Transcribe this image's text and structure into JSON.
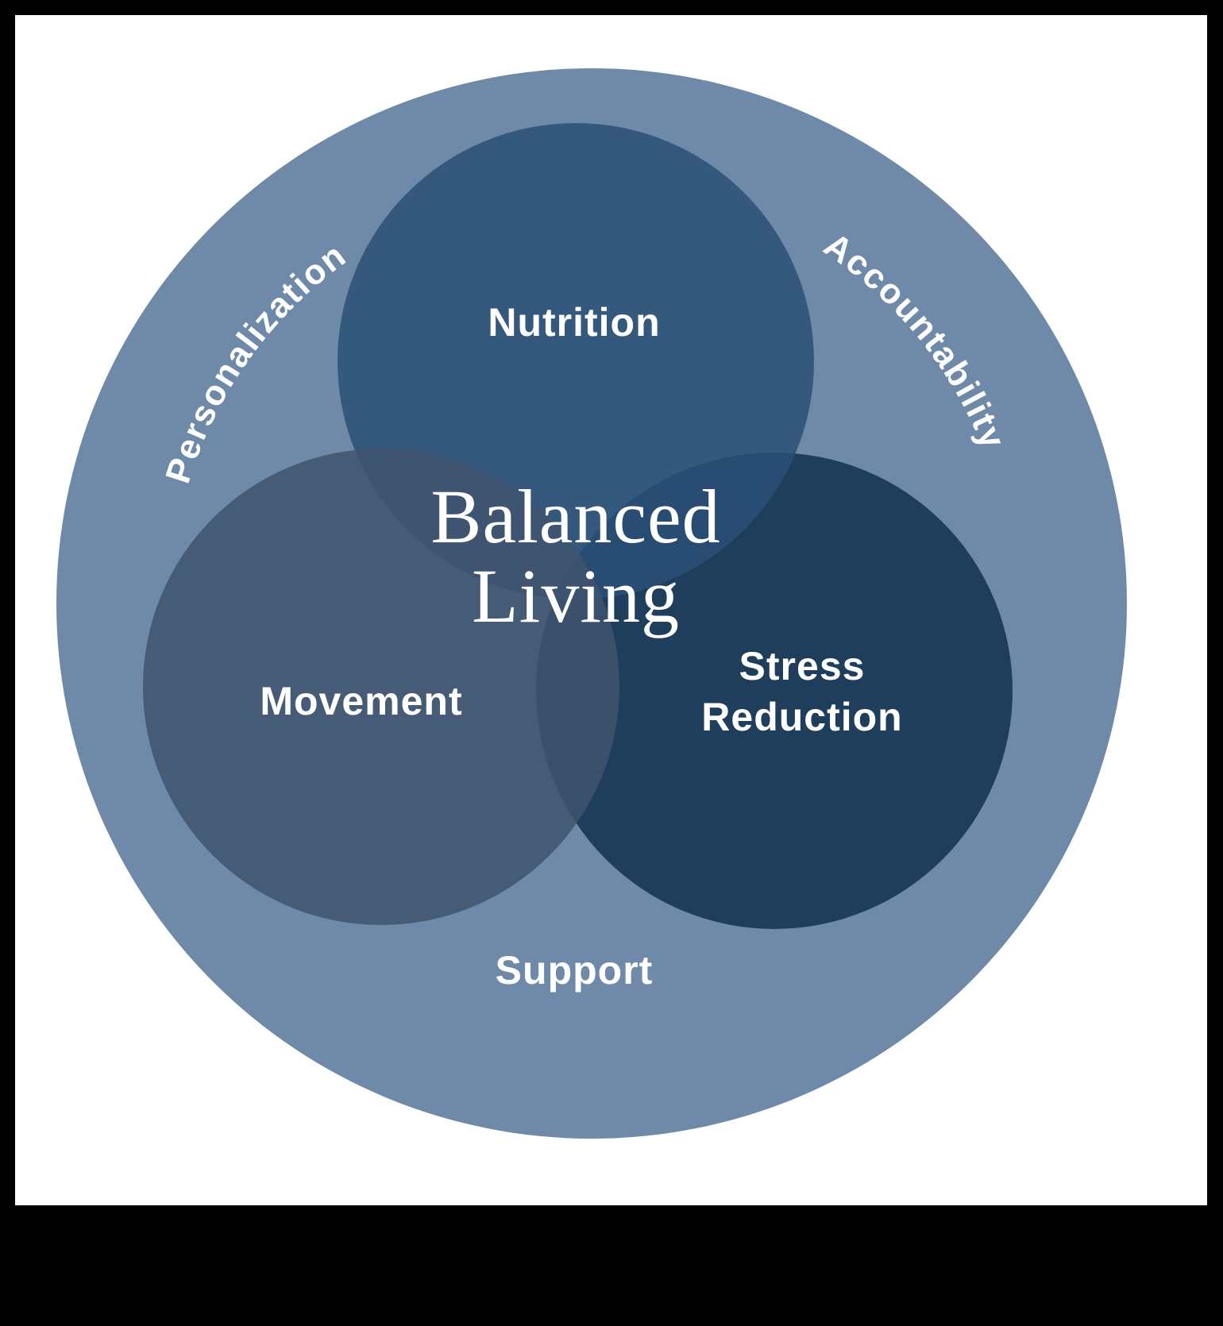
{
  "diagram": {
    "center_title": {
      "line1": "Balanced",
      "line2": "Living"
    },
    "circles": {
      "nutrition": {
        "label": "Nutrition"
      },
      "movement": {
        "label": "Movement"
      },
      "stress": {
        "label_line1": "Stress",
        "label_line2": "Reduction"
      }
    },
    "ring": {
      "top_left": "Personalization",
      "top_right": "Accountability",
      "bottom": "Support"
    },
    "colors": {
      "background": "#000000",
      "canvas": "#ffffff",
      "outer_circle": "#6f8aa9",
      "nutrition_fill": "rgba(43,80,117,0.85)",
      "movement_fill": "rgba(64,84,109,0.85)",
      "stress_fill": "rgba(16,48,79,0.85)",
      "label_text": "#ffffff"
    }
  }
}
